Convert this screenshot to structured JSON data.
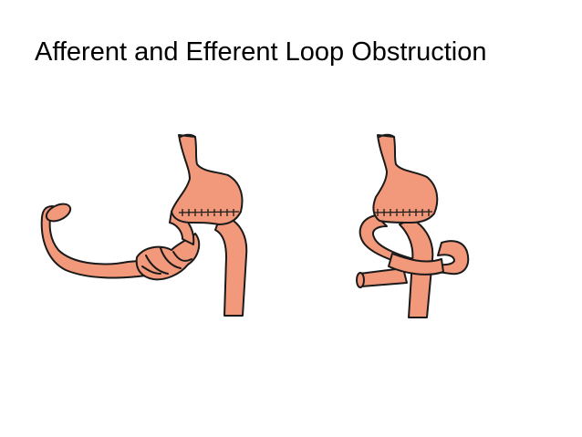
{
  "slide": {
    "title": "Afferent and Efferent Loop Obstruction",
    "colors": {
      "background": "#ffffff",
      "title_text": "#000000",
      "tissue_fill": "#f1997a",
      "tissue_outline": "#1a1a1a"
    }
  },
  "illustrations": [
    {
      "icon": "afferent-loop-obstruction-illustration"
    },
    {
      "icon": "efferent-loop-obstruction-illustration"
    }
  ]
}
